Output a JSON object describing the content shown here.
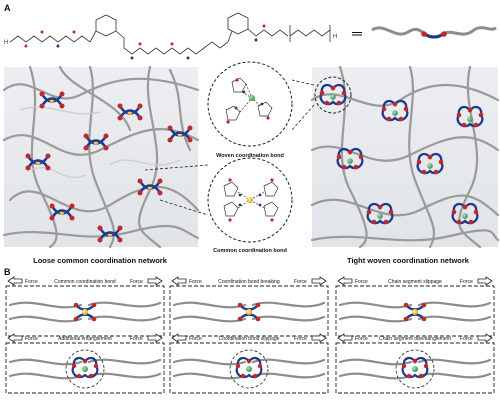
{
  "panel_a": {
    "letter": "A",
    "chem": {
      "prefix": "H",
      "suffix": "H"
    },
    "equals": "═",
    "labels": {
      "loose": "Loose common coordination network",
      "tight": "Tight woven coordination network",
      "woven_bond": "Woven coordination bond",
      "common_bond": "Common coordination bond"
    }
  },
  "panel_b": {
    "letter": "B",
    "boxes": [
      {
        "left": "Force",
        "title": "Common coordination bond",
        "right": "Force"
      },
      {
        "left": "Force",
        "title": "Coordination bond breaking",
        "right": "Force"
      },
      {
        "left": "Force",
        "title": "Chain segment slippage",
        "right": "Force"
      },
      {
        "left": "Force",
        "title": "Additional entanglement",
        "right": "Force"
      },
      {
        "left": "Force",
        "title": "Coordination bond slippage",
        "right": "Force"
      },
      {
        "left": "Force",
        "title": "Chain segment disentanglement",
        "right": "Force"
      }
    ]
  },
  "colors": {
    "chain": "#8c8c8c",
    "oxygen": "#c0282b",
    "nitrogen": "#1f3a8a",
    "metal": "#f2b705",
    "metal_green": "#3aa356",
    "bg_panel": "#e7e9ec"
  }
}
